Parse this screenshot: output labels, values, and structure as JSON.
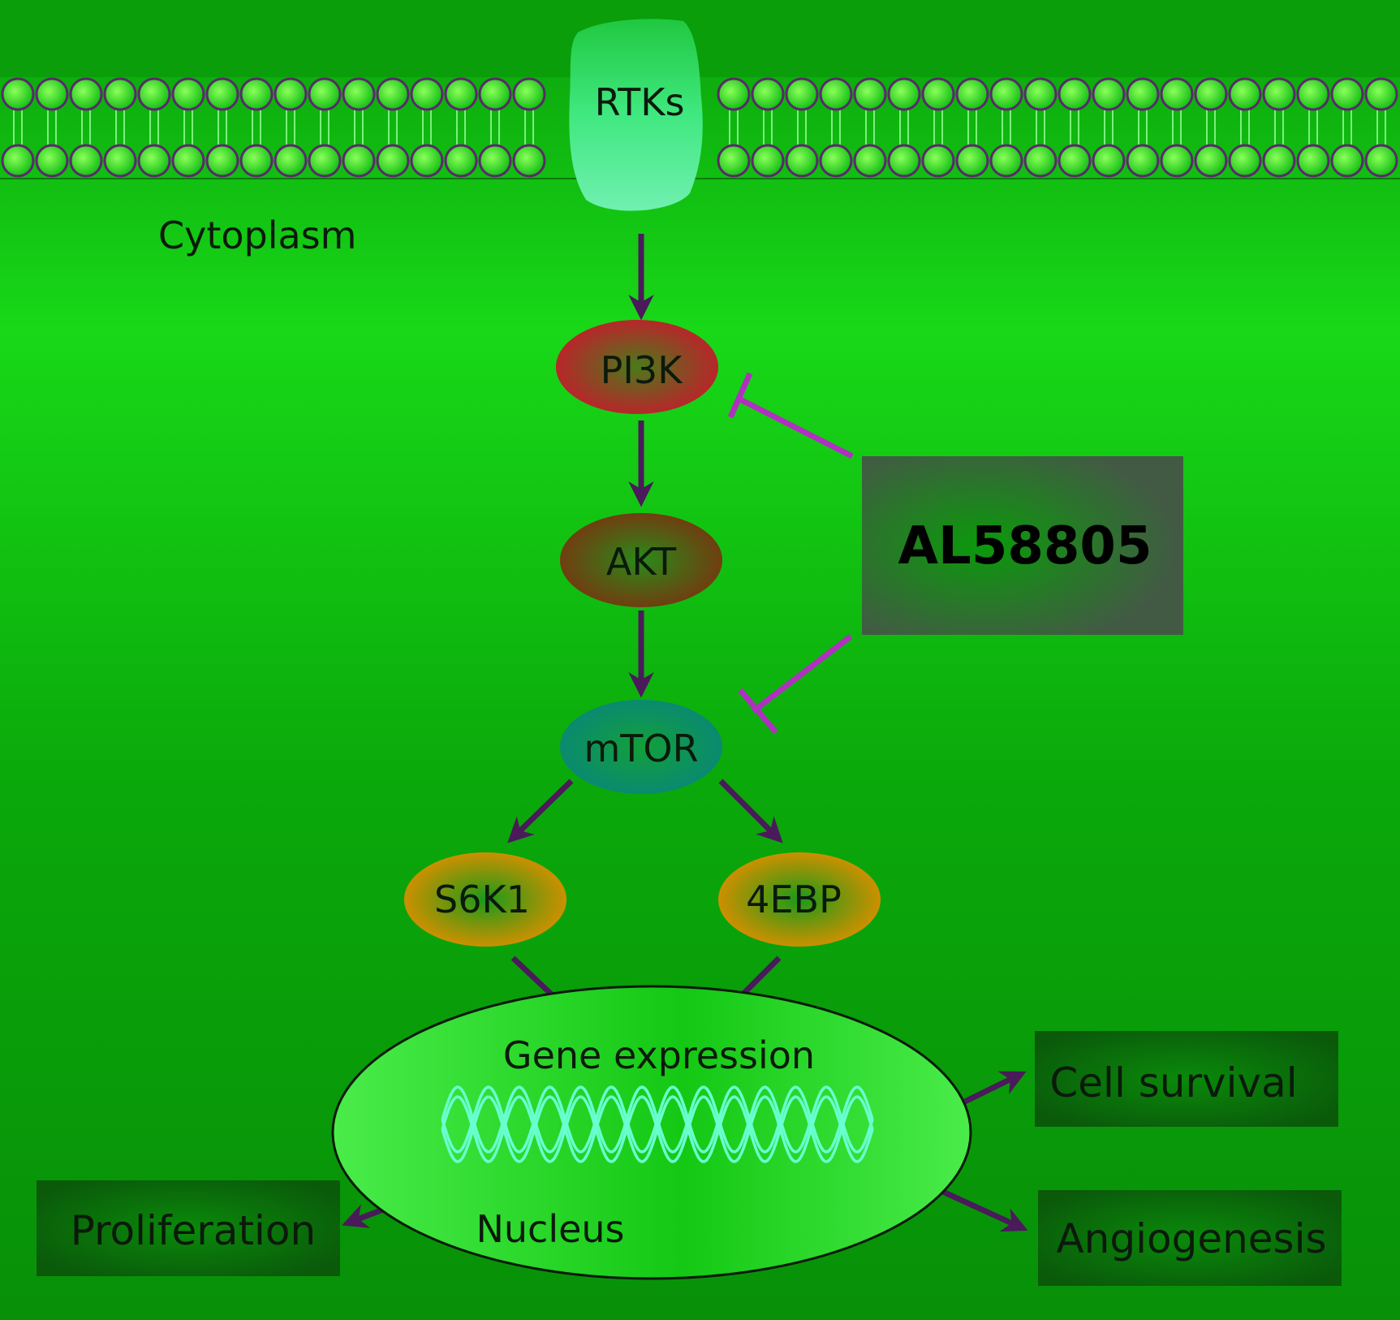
{
  "diagram": {
    "membrane_protein": "RTKs",
    "compartments": {
      "cytoplasm": "Cytoplasm",
      "nucleus": "Nucleus",
      "nucleus_process": "Gene expression"
    },
    "nodes": {
      "pi3k": "PI3K",
      "akt": "AKT",
      "mtor": "mTOR",
      "s6k1": "S6K1",
      "ebp4": "4EBP"
    },
    "inhibitor": "AL58805",
    "outcomes": {
      "cell_survival": "Cell survival",
      "angiogenesis": "Angiogenesis",
      "proliferation": "Proliferation"
    },
    "edges": [
      {
        "from": "RTKs",
        "to": "PI3K",
        "type": "activation"
      },
      {
        "from": "PI3K",
        "to": "AKT",
        "type": "activation"
      },
      {
        "from": "AKT",
        "to": "mTOR",
        "type": "activation"
      },
      {
        "from": "mTOR",
        "to": "S6K1",
        "type": "activation"
      },
      {
        "from": "mTOR",
        "to": "4EBP",
        "type": "activation"
      },
      {
        "from": "S6K1",
        "to": "Nucleus",
        "type": "activation"
      },
      {
        "from": "4EBP",
        "to": "Nucleus",
        "type": "activation"
      },
      {
        "from": "Nucleus",
        "to": "Cell survival",
        "type": "activation"
      },
      {
        "from": "Nucleus",
        "to": "Angiogenesis",
        "type": "activation"
      },
      {
        "from": "Nucleus",
        "to": "Proliferation",
        "type": "activation"
      },
      {
        "from": "AL58805",
        "to": "PI3K",
        "type": "inhibition"
      },
      {
        "from": "AL58805",
        "to": "mTOR",
        "type": "inhibition"
      }
    ],
    "colors": {
      "background": "#0aa80a",
      "arrow": "#4a1a5a",
      "inhibition": "#b030c0",
      "pi3k": "#b02a2a",
      "akt": "#6a4010",
      "mtor": "#0a8a6a",
      "s6k_4ebp": "#c89000",
      "drug_box": "#3a5a3a",
      "outcome_box": "#0a5a0a",
      "nucleus": "#2ad82a",
      "dna": "#6affd0"
    }
  }
}
